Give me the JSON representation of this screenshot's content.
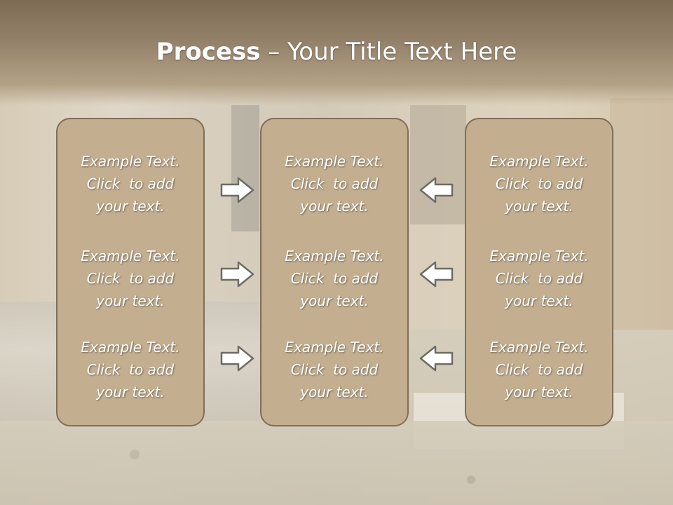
{
  "slide": {
    "title_bold": "Process",
    "title_rest": " – Your Title Text Here"
  },
  "columns": [
    {
      "blocks": [
        {
          "line1": "Example Text.",
          "line2": "Click  to add",
          "line3": "your text."
        },
        {
          "line1": "Example Text.",
          "line2": "Click  to add",
          "line3": "your text."
        },
        {
          "line1": "Example Text.",
          "line2": "Click  to add",
          "line3": "your text."
        }
      ]
    },
    {
      "blocks": [
        {
          "line1": "Example Text.",
          "line2": "Click  to add",
          "line3": "your text."
        },
        {
          "line1": "Example Text.",
          "line2": "Click  to add",
          "line3": "your text."
        },
        {
          "line1": "Example Text.",
          "line2": "Click  to add",
          "line3": "your text."
        }
      ]
    },
    {
      "blocks": [
        {
          "line1": "Example Text.",
          "line2": "Click  to add",
          "line3": "your text."
        },
        {
          "line1": "Example Text.",
          "line2": "Click  to add",
          "line3": "your text."
        },
        {
          "line1": "Example Text.",
          "line2": "Click  to add",
          "line3": "your text."
        }
      ]
    }
  ],
  "arrows": {
    "left_group": "arrow-right-icon",
    "right_group": "arrow-left-icon"
  },
  "colors": {
    "box_fill": "#c3ae90",
    "box_border": "#7f6f58",
    "arrow_fill": "#ffffff",
    "arrow_stroke": "#6e6a64",
    "title_band": "#8c7a60"
  }
}
